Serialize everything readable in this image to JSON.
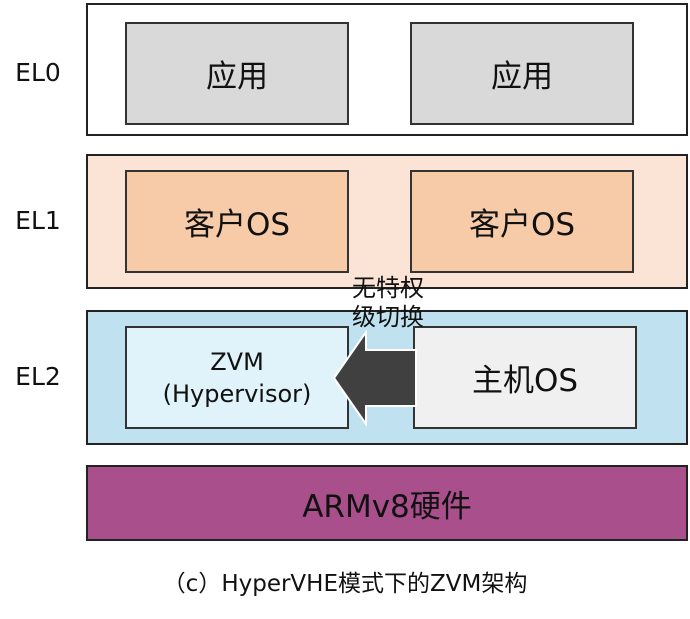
{
  "diagram": {
    "levels": [
      {
        "label": "EL0",
        "fill": "#ffffff",
        "boxes": [
          {
            "text": "应用",
            "fill": "#d9d9d9"
          },
          {
            "text": "应用",
            "fill": "#d9d9d9"
          }
        ]
      },
      {
        "label": "EL1",
        "fill": "#fbe3d6",
        "boxes": [
          {
            "text": "客户OS",
            "fill": "#f8cba8"
          },
          {
            "text": "客户OS",
            "fill": "#f8cba8"
          }
        ]
      },
      {
        "label": "EL2",
        "fill": "#c0e2f0",
        "hypervisor": {
          "line1": "ZVM",
          "line2": "(Hypervisor)",
          "fill": "#e0f2fa"
        },
        "host": {
          "text": "主机OS",
          "fill": "#f0f0f0"
        },
        "switch_note": {
          "line1": "无特权",
          "line2": "级切换"
        },
        "arrow_color": "#404040"
      }
    ],
    "hardware": {
      "text": "ARMv8硬件",
      "fill": "#a94f8b"
    },
    "caption": "（c）HyperVHE模式下的ZVM架构"
  }
}
